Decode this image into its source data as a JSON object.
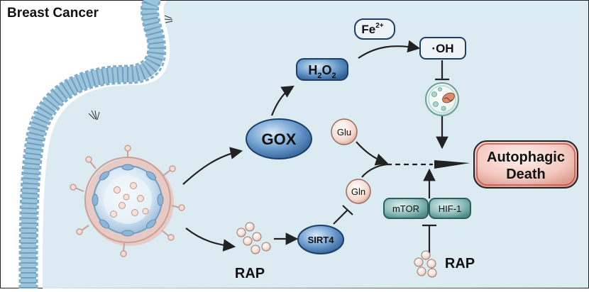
{
  "title": "Breast Cancer",
  "nodes": {
    "gox": "GOX",
    "h2o2_main": "H",
    "h2o2_sub1": "2",
    "h2o2_mid": "O",
    "h2o2_sub2": "2",
    "fe_main": "Fe",
    "fe_sup": "2+",
    "oh": "·OH",
    "glu": "Glu",
    "gln": "Gln",
    "sirt4": "SIRT4",
    "mtor": "mTOR",
    "hif1": "HIF-1",
    "autophagic_line1": "Autophagic",
    "autophagic_line2": "Death",
    "rap_left": "RAP",
    "rap_right": "RAP"
  },
  "colors": {
    "background": "#dbe9f1",
    "membrane": "#a9cde0",
    "membrane_bead": "#8fb9d2",
    "blue_node": "#5f8fc2",
    "teal_node": "#7fb3b3",
    "peach_node": "#f2d6cc",
    "autophagic_fill": "#f3c9c2",
    "autophagic_stroke": "#b23b3b"
  }
}
